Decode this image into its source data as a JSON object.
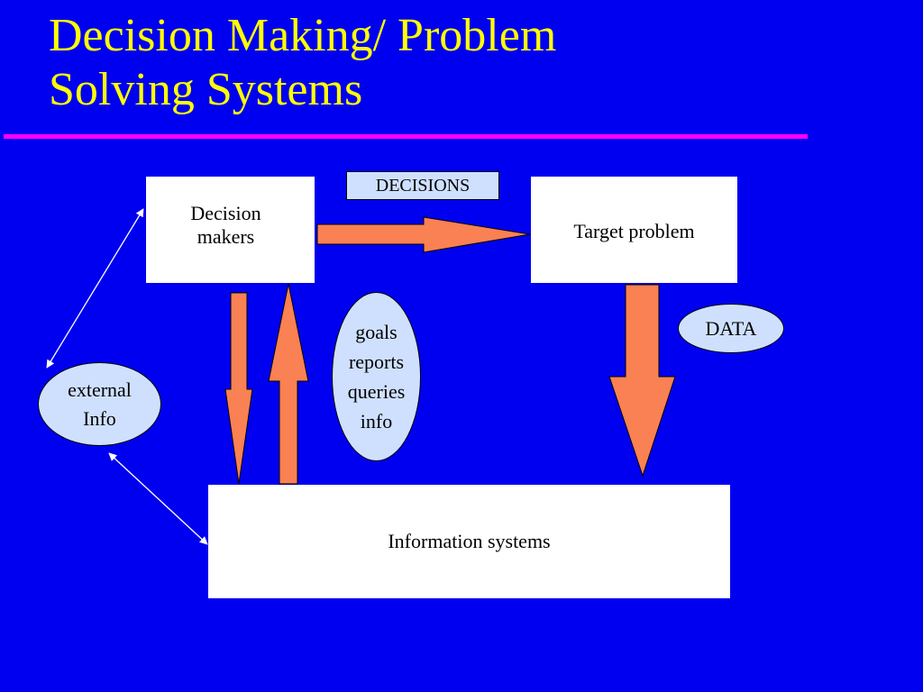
{
  "slide": {
    "title": "Decision Making/ Problem\nSolving Systems"
  },
  "diagram": {
    "decision_makers": "Decision\nmakers",
    "target_problem": "Target problem",
    "information_systems": "Information systems",
    "decisions_label": "DECISIONS",
    "data_label": "DATA",
    "io_oval": "goals\nreports\nqueries\ninfo",
    "external_info": "external\nInfo"
  },
  "colors": {
    "background": "#0000f0",
    "title": "#ffff00",
    "rule": "#ff00ff",
    "arrow_fill": "#f98153",
    "oval_fill": "#cfe0ff"
  }
}
